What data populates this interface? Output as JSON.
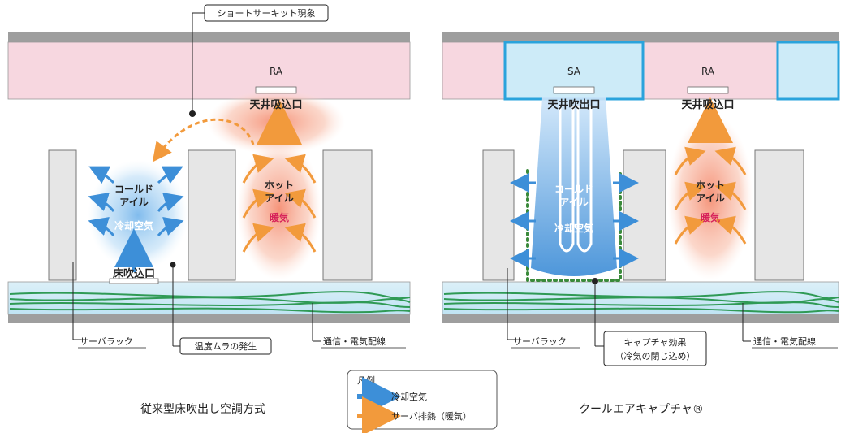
{
  "top_callout": "ショートサーキット現象",
  "left_panel": {
    "ra": "RA",
    "ceiling_intake": "天井吸込口",
    "cold_aisle_1": "コールド",
    "cold_aisle_2": "アイル",
    "cooling_air": "冷却空気",
    "hot_aisle_1": "ホット",
    "hot_aisle_2": "アイル",
    "warm_air": "暖気",
    "floor_outlet": "床吹込口",
    "server_rack": "サーバラック",
    "temp_unevenness": "温度ムラの発生",
    "cabling": "通信・電気配線",
    "caption": "従来型床吹出し空調方式"
  },
  "right_panel": {
    "sa": "SA",
    "ra": "RA",
    "ceiling_outlet": "天井吹出口",
    "ceiling_intake": "天井吸込口",
    "cold_aisle_1": "コールド",
    "cold_aisle_2": "アイル",
    "cooling_air": "冷却空気",
    "hot_aisle_1": "ホット",
    "hot_aisle_2": "アイル",
    "warm_air": "暖気",
    "server_rack": "サーバラック",
    "capture_1": "キャプチャ効果",
    "capture_2": "（冷気の閉じ込め）",
    "cabling": "通信・電気配線",
    "caption": "クールエアキャプチャ®"
  },
  "legend": {
    "title": "凡例",
    "cool": "冷却空気",
    "exhaust": "サーバ排熱（暖気）"
  },
  "colors": {
    "ceiling": "#f7d7e0",
    "floor": "#cdeaf5",
    "rack": "#e6e6e6",
    "cool": "#3d8fd8",
    "warm": "#f29a3c",
    "sa_border": "#2aa3dc",
    "dots": "#3a8a3a"
  }
}
